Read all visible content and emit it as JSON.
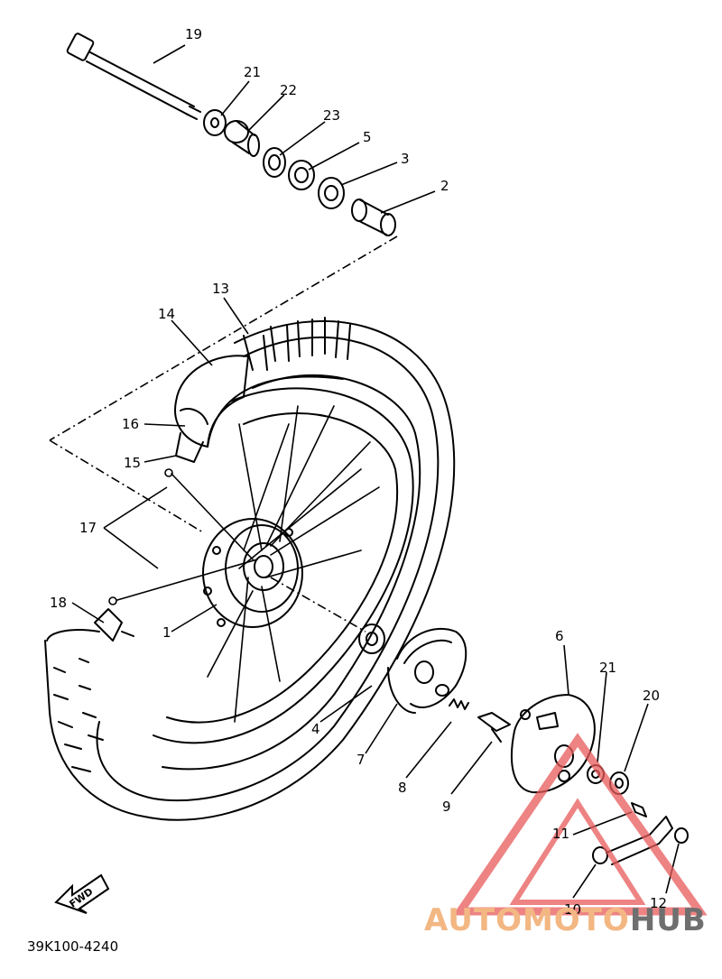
{
  "diagram": {
    "part_code": "39K100-4240",
    "fwd_label": "FWD",
    "callouts": [
      {
        "id": "19",
        "label": "19"
      },
      {
        "id": "21a",
        "label": "21"
      },
      {
        "id": "22",
        "label": "22"
      },
      {
        "id": "23",
        "label": "23"
      },
      {
        "id": "5",
        "label": "5"
      },
      {
        "id": "3",
        "label": "3"
      },
      {
        "id": "2",
        "label": "2"
      },
      {
        "id": "13",
        "label": "13"
      },
      {
        "id": "14",
        "label": "14"
      },
      {
        "id": "16",
        "label": "16"
      },
      {
        "id": "15",
        "label": "15"
      },
      {
        "id": "17",
        "label": "17"
      },
      {
        "id": "18",
        "label": "18"
      },
      {
        "id": "1",
        "label": "1"
      },
      {
        "id": "4",
        "label": "4"
      },
      {
        "id": "7",
        "label": "7"
      },
      {
        "id": "8",
        "label": "8"
      },
      {
        "id": "9",
        "label": "9"
      },
      {
        "id": "6",
        "label": "6"
      },
      {
        "id": "21b",
        "label": "21"
      },
      {
        "id": "20",
        "label": "20"
      },
      {
        "id": "11",
        "label": "11"
      },
      {
        "id": "10",
        "label": "10"
      },
      {
        "id": "12",
        "label": "12"
      }
    ]
  },
  "watermark": {
    "part1": "AUTOMOTO",
    "part2": "HUB",
    "color": "#e85a5a"
  }
}
